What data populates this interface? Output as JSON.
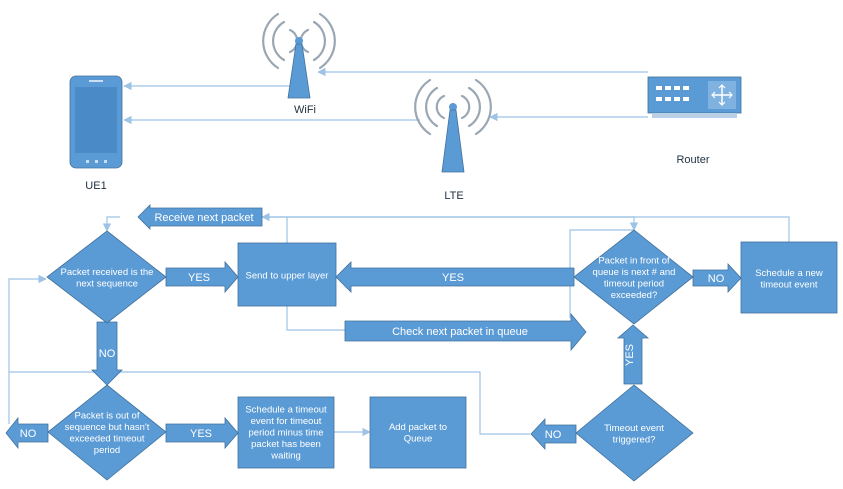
{
  "labels": {
    "ue1": "UE1",
    "wifi": "WiFi",
    "lte": "LTE",
    "router": "Router"
  },
  "arrows": {
    "receive_next": "Receive next packet",
    "yes_send": "YES",
    "yes_back": "YES",
    "no_timeout": "NO",
    "check_next": "Check next packet in queue",
    "no_down": "NO",
    "no_left": "NO",
    "yes_schedule": "YES",
    "yes_up": "YES",
    "no_timeout_event": "NO"
  },
  "decisions": {
    "received_next": [
      "Packet received is the",
      "next sequence"
    ],
    "out_of_sequence": [
      "Packet is out of",
      "sequence but hasn't",
      "exceeded timeout",
      "period"
    ],
    "front_of_queue": [
      "Packet in front of",
      "queue is next # and",
      "timeout period",
      "exceeded?"
    ],
    "timeout_triggered": [
      "Timeout event",
      "triggered?"
    ]
  },
  "processes": {
    "send_upper": [
      "Send to upper layer"
    ],
    "schedule_new": [
      "Schedule a new",
      "timeout event"
    ],
    "schedule_timeout": [
      "Schedule a timeout",
      "event for timeout",
      "period minus time",
      "packet has been",
      "waiting"
    ],
    "add_queue": [
      "Add packet to",
      "Queue"
    ]
  },
  "colors": {
    "shape_fill": "#5b9bd5",
    "shape_stroke": "#41719c",
    "connector": "#9dc3e6",
    "label_text": "#1f2f3f"
  }
}
